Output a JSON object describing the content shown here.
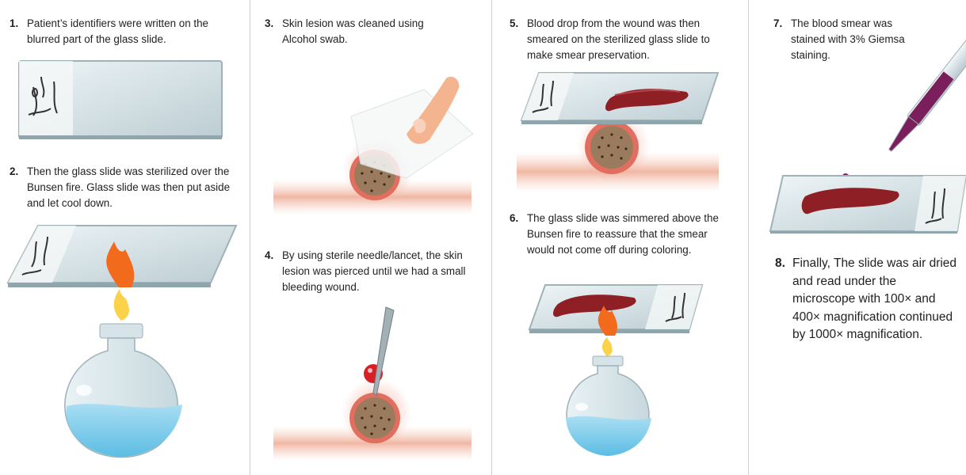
{
  "steps": [
    {
      "num": "1.",
      "text": "Patient’s identifiers were written on the blurred part of the glass slide."
    },
    {
      "num": "2.",
      "text": "Then the glass slide was sterilized over the Bunsen fire. Glass slide was then put aside and let cool down."
    },
    {
      "num": "3.",
      "text": "Skin lesion was cleaned using Alcohol swab."
    },
    {
      "num": "4.",
      "text": "By using sterile needle/lancet, the skin lesion was pierced until we had a small bleeding wound."
    },
    {
      "num": "5.",
      "text": "Blood drop from the wound was then smeared on the sterilized glass slide to make smear preservation."
    },
    {
      "num": "6.",
      "text": "The glass slide was simmered above the Bunsen fire to reassure that the smear would not come off during coloring."
    },
    {
      "num": "7.",
      "text": "The blood smear was stained with 3% Giemsa staining."
    },
    {
      "num": "8.",
      "text": "Finally, The slide was air dried and read under the microscope with 100× and 400× magnification continued by 1000× magnification."
    }
  ],
  "colors": {
    "glass": "#dfeaee",
    "glass_edge": "#8fa6ad",
    "blood": "#8e1f24",
    "skin": "#f3c7b6",
    "lesion": "#9b7b5e",
    "flame_outer": "#f26b1d",
    "flame_inner": "#fcd24a",
    "liquid": "#8dd3ee",
    "stain": "#7a1f5c"
  }
}
